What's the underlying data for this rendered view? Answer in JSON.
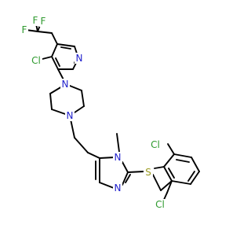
{
  "colors": {
    "carbon": "#000000",
    "N": "#1f1fcc",
    "Cl": "#2e9a2e",
    "F": "#2e9a2e",
    "S": "#9a9a1e"
  },
  "atoms": {
    "f1": "F",
    "f2": "F",
    "f3": "F",
    "cl_py": "Cl",
    "n_py": "N",
    "n_pip1": "N",
    "n_pip2": "N",
    "n_im1": "N",
    "methyl": "",
    "n_im3": "N",
    "s": "S",
    "cl_b1": "Cl",
    "cl_b2": "Cl"
  }
}
